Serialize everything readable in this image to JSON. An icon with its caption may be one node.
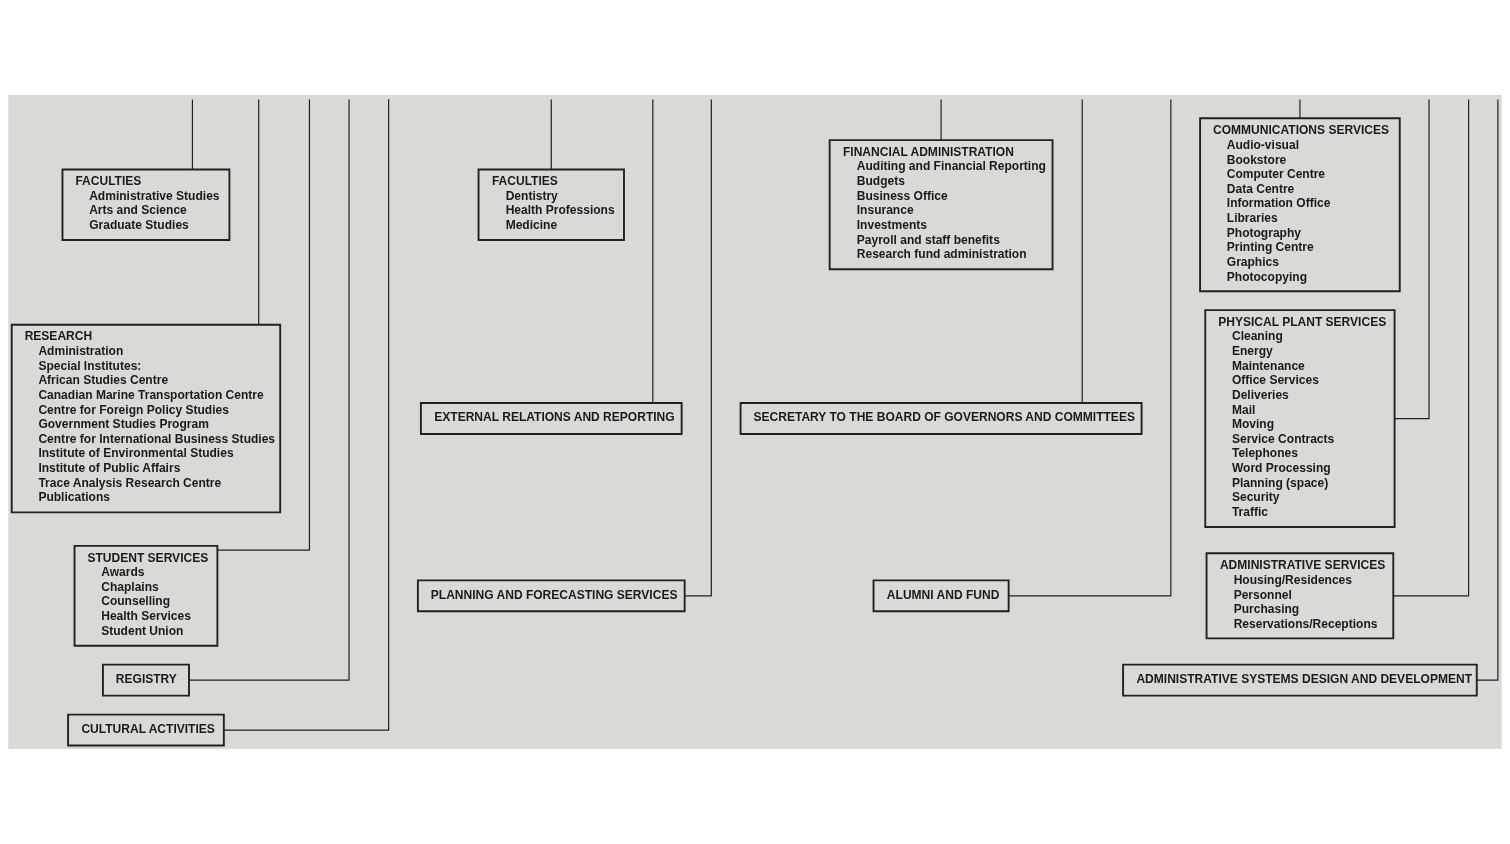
{
  "diagram": {
    "nodes": [
      {
        "text": [
          "FACULTIES",
          "Administrative Studies",
          "Arts and Science",
          "Graduate Studies"
        ]
      },
      {
        "text": [
          "RESEARCH",
          "Administration",
          "Special Institutes:",
          "African Studies Centre",
          "Canadian Marine Transportation Centre",
          "Centre for Foreign Policy Studies",
          "Government Studies Program",
          "Centre for International Business Studies",
          "Institute of Environmental Studies",
          "Institute of Public Affairs",
          "Trace Analysis Research Centre",
          "Publications"
        ]
      },
      {
        "text": [
          "STUDENT SERVICES",
          "Awards",
          "Chaplains",
          "Counselling",
          "Health Services",
          "Student Union"
        ]
      },
      {
        "text": [
          "REGISTRY"
        ]
      },
      {
        "text": [
          "CULTURAL ACTIVITIES"
        ]
      },
      {
        "text": [
          "FACULTIES",
          "Dentistry",
          "Health Professions",
          "Medicine"
        ]
      },
      {
        "text": [
          "EXTERNAL RELATIONS AND REPORTING"
        ]
      },
      {
        "text": [
          "PLANNING AND FORECASTING SERVICES"
        ]
      },
      {
        "text": [
          "FINANCIAL ADMINISTRATION",
          "Auditing and Financial Reporting",
          "Budgets",
          "Business Office",
          "Insurance",
          "Investments",
          "Payroll and staff benefits",
          "Research fund administration"
        ]
      },
      {
        "text": [
          "SECRETARY TO THE BOARD OF GOVERNORS AND COMMITTEES"
        ]
      },
      {
        "text": [
          "ALUMNI AND FUND"
        ]
      },
      {
        "text": [
          "COMMUNICATIONS SERVICES",
          "Audio-visual",
          "Bookstore",
          "Computer Centre",
          "Data Centre",
          "Information Office",
          "Libraries",
          "Photography",
          "Printing Centre",
          "Graphics",
          "Photocopying"
        ]
      },
      {
        "text": [
          "PHYSICAL PLANT SERVICES",
          "Cleaning",
          "Energy",
          "Maintenance",
          "Office Services",
          "Deliveries",
          "Mail",
          "Moving",
          "Service Contracts",
          "Telephones",
          "Word Processing",
          "Planning (space)",
          "Security",
          "Traffic"
        ]
      },
      {
        "text": [
          "ADMINISTRATIVE SERVICES",
          "Housing/Residences",
          "Personnel",
          "Purchasing",
          "Reservations/Receptions"
        ]
      },
      {
        "text": [
          "ADMINISTRATIVE SYSTEMS DESIGN AND DEVELOPMENT"
        ]
      }
    ],
    "edges": [
      {
        "from": null,
        "to": 0,
        "arrow": "none"
      },
      {
        "from": null,
        "to": 1,
        "arrow": "none"
      },
      {
        "from": null,
        "to": 2,
        "arrow": "none"
      },
      {
        "from": null,
        "to": 3,
        "arrow": "none"
      },
      {
        "from": null,
        "to": 4,
        "arrow": "none"
      },
      {
        "from": null,
        "to": 5,
        "arrow": "none"
      },
      {
        "from": null,
        "to": 6,
        "arrow": "none"
      },
      {
        "from": null,
        "to": 7,
        "arrow": "none"
      },
      {
        "from": null,
        "to": 8,
        "arrow": "none"
      },
      {
        "from": null,
        "to": 9,
        "arrow": "none"
      },
      {
        "from": null,
        "to": 10,
        "arrow": "none"
      },
      {
        "from": null,
        "to": 11,
        "arrow": "none"
      },
      {
        "from": null,
        "to": 12,
        "arrow": "none"
      },
      {
        "from": null,
        "to": 13,
        "arrow": "none"
      },
      {
        "from": null,
        "to": 14,
        "arrow": "none"
      }
    ]
  }
}
